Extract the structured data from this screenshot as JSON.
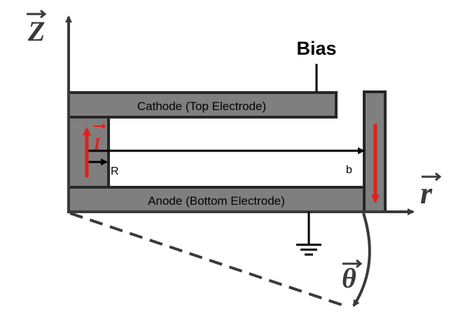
{
  "labels": {
    "z_axis": "Z",
    "r_axis": "r",
    "theta_axis": "θ",
    "current": "I",
    "bias": "Bias",
    "cathode": "Cathode (Top Electrode)",
    "anode": "Anode (Bottom Electrode)",
    "inner_radius": "R",
    "outer_radius": "b"
  },
  "colors": {
    "electrode_fill": "#7f7f7f",
    "outline": "#262626",
    "current_arrow": "#e0201a",
    "axis": "#3a3a3a",
    "text": "#000000"
  },
  "icons": {
    "ground": "ground-symbol-icon"
  }
}
